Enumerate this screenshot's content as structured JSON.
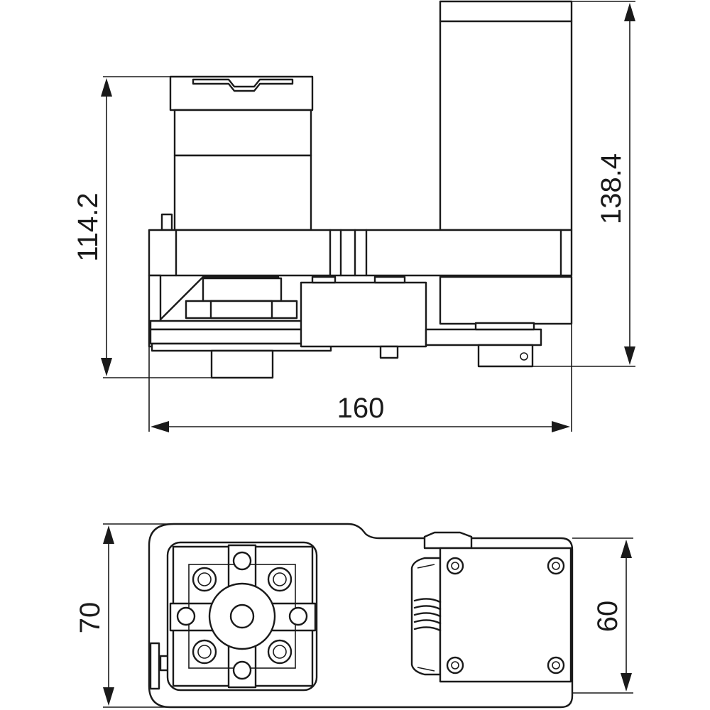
{
  "side_view": {
    "dim_height_left": "114.2",
    "dim_height_right": "138.4",
    "dim_width": "160"
  },
  "top_view": {
    "dim_width_left": "70",
    "dim_width_right": "60"
  },
  "colors": {
    "line": "#1a1a1a",
    "background": "#ffffff"
  }
}
